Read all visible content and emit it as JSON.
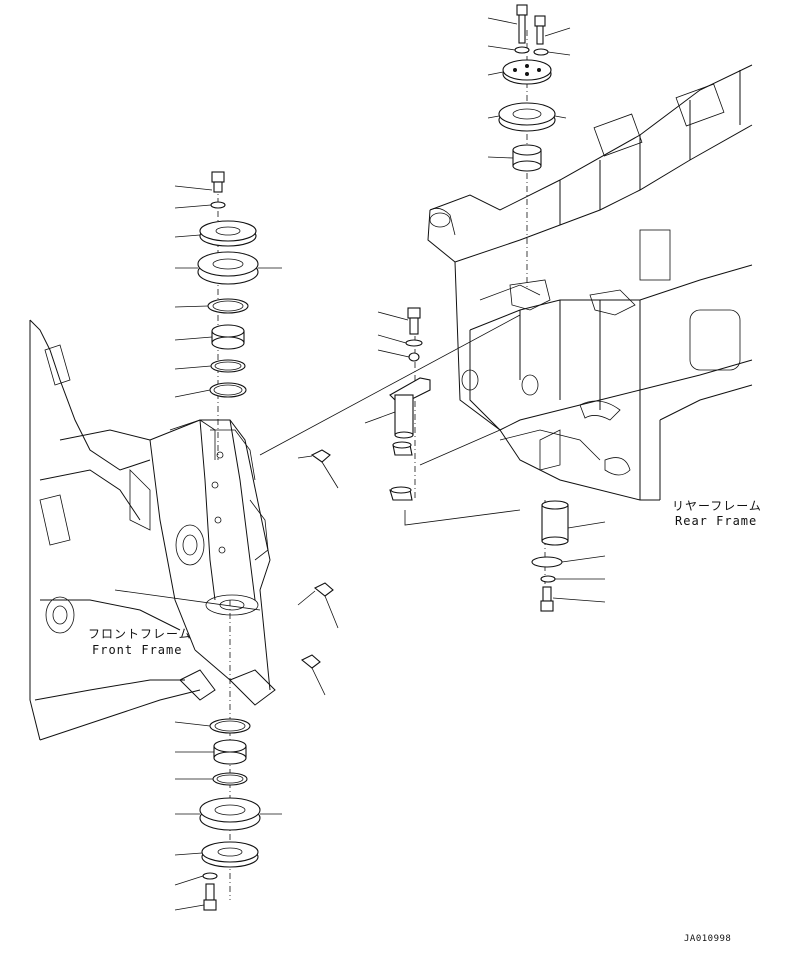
{
  "labels": {
    "front_frame_jp": "フロントフレーム",
    "front_frame_en": "Front Frame",
    "rear_frame_jp": "リヤーフレーム",
    "rear_frame_en": "Rear Frame"
  },
  "drawing_code": "JA010998"
}
